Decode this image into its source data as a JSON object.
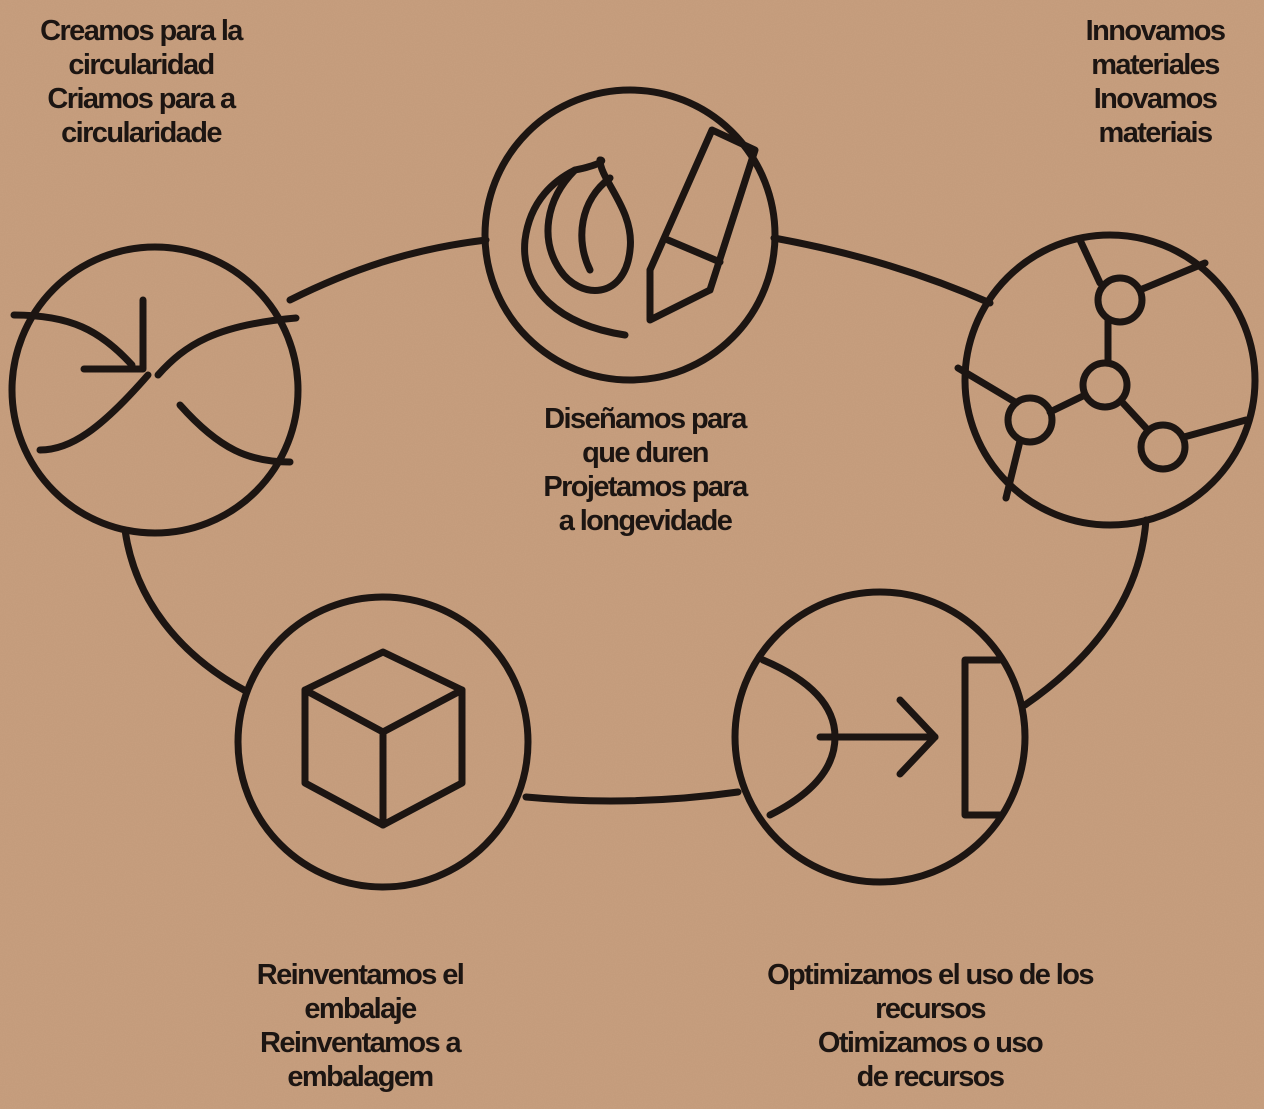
{
  "background_color": "#c89f7f",
  "ink_color": "#1c1512",
  "nodes": [
    {
      "key": "circularity",
      "icon": "infinity-arrow-icon",
      "label_es": [
        "Creamos para la",
        "circularidad"
      ],
      "label_pt": [
        "Criamos para a",
        "circularidade"
      ]
    },
    {
      "key": "longevity",
      "icon": "leaf-pencil-icon",
      "label_es": [
        "Diseñamos para",
        "que duren"
      ],
      "label_pt": [
        "Projetamos para",
        "a longevidade"
      ]
    },
    {
      "key": "materials",
      "icon": "molecule-network-icon",
      "label_es": [
        "Innovamos",
        "materiales"
      ],
      "label_pt": [
        "Inovamos",
        "materiais"
      ]
    },
    {
      "key": "resources",
      "icon": "arrow-into-bracket-icon",
      "label_es": [
        "Optimizamos el uso de los",
        "recursos"
      ],
      "label_pt": [
        "Otimizamos o uso",
        "de recursos"
      ]
    },
    {
      "key": "packaging",
      "icon": "cube-box-icon",
      "label_es": [
        "Reinventamos el",
        "embalaje"
      ],
      "label_pt": [
        "Reinventamos a",
        "embalagem"
      ]
    }
  ]
}
